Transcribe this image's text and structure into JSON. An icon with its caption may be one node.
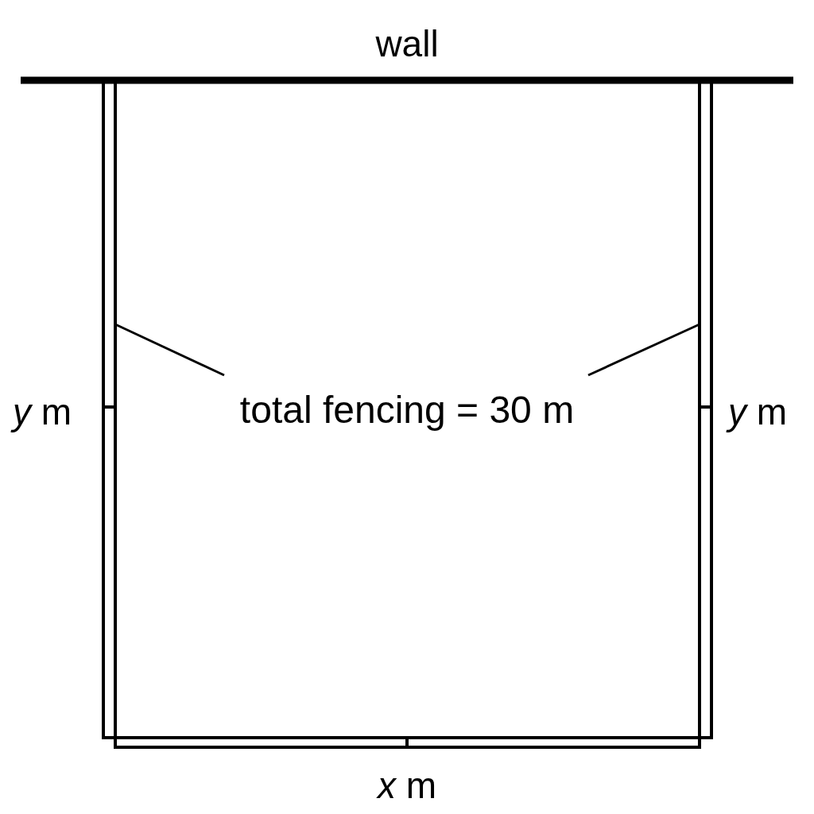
{
  "diagram": {
    "nodes": [
      {
        "text": [
          "total fencing = 30 m"
        ]
      },
      {
        "text": [],
        "shape": "bar"
      },
      {
        "text": [],
        "shape": "bar"
      }
    ],
    "edges": [
      {
        "from": 0,
        "to": 1,
        "arrow": "none"
      },
      {
        "from": 0,
        "to": 2,
        "arrow": "none"
      }
    ],
    "labels": [
      "wall",
      "*y* m",
      "*y* m",
      "*x* m"
    ]
  }
}
